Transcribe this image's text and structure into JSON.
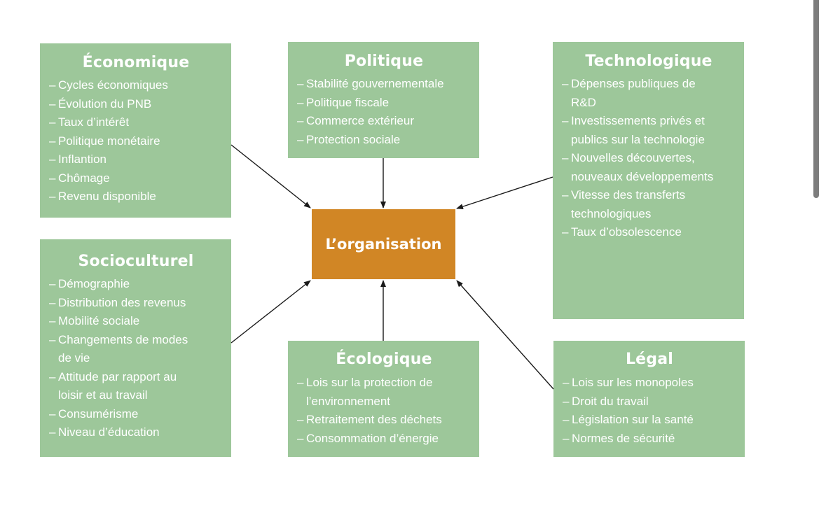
{
  "center": {
    "label": "L’organisation"
  },
  "boxes": {
    "economique": {
      "title": "Économique",
      "items": [
        "Cycles économiques",
        "Évolution du PNB",
        "Taux d’intérêt",
        "Politique monétaire",
        "Inflantion",
        "Chômage",
        "Revenu disponible"
      ]
    },
    "politique": {
      "title": "Politique",
      "items": [
        "Stabilité gouvernementale",
        "Politique fiscale",
        "Commerce extérieur",
        "Protection sociale"
      ]
    },
    "technologique": {
      "title": "Technologique",
      "items": [
        "Dépenses publiques de",
        "R&D",
        "Investissements privés et",
        "publics sur la technologie",
        "Nouvelles découvertes,",
        "nouveaux développements",
        "Vitesse des transferts",
        "technologiques",
        "Taux d’obsolescence"
      ]
    },
    "socioculturel": {
      "title": "Socioculturel",
      "items": [
        "Démographie",
        "Distribution des revenus",
        "Mobilité sociale",
        "Changements de modes",
        "de vie",
        "Attitude par rapport au",
        "loisir et au travail",
        "Consumérisme",
        "Niveau d’éducation"
      ]
    },
    "ecologique": {
      "title": "Écologique",
      "items": [
        "Lois sur la protection de",
        "l’environnement",
        "Retraitement des déchets",
        "Consommation d’énergie"
      ]
    },
    "legal": {
      "title": "Légal",
      "items": [
        "Lois sur les monopoles",
        "Droit du travail",
        "Législation sur la santé",
        "Normes de sécurité"
      ]
    }
  },
  "continuation_lines": {
    "technologique": [
      1,
      3,
      5,
      7
    ],
    "socioculturel": [
      4,
      6
    ],
    "ecologique": [
      1
    ]
  },
  "colors": {
    "box_fill": "#9dc79a",
    "center_fill": "#d18625",
    "text": "#ffffff",
    "arrow": "#1a1a1a"
  }
}
